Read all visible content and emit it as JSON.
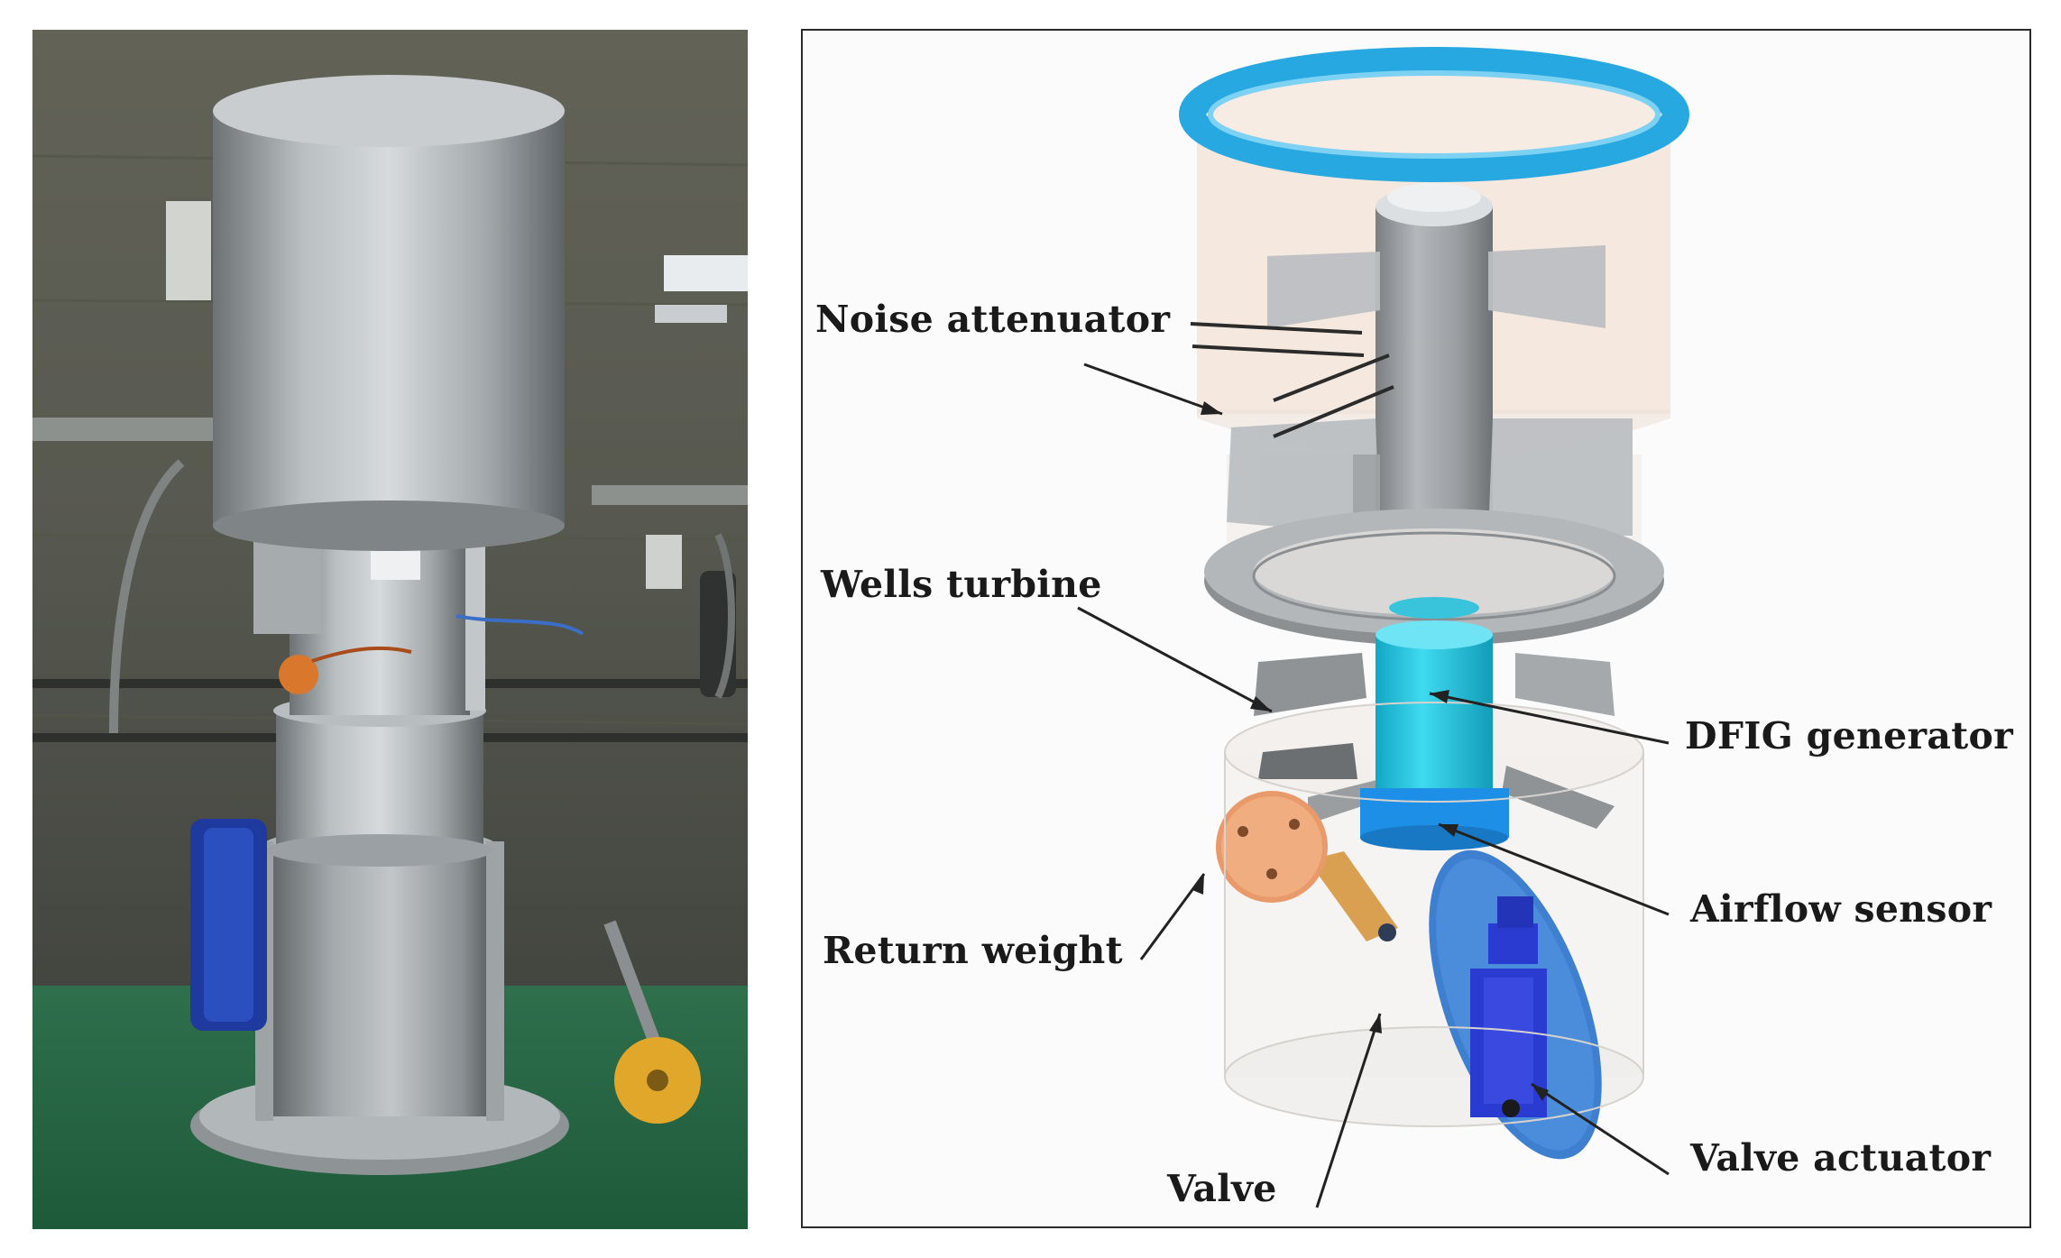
{
  "labels": {
    "noise_attenuator": "Noise attenuator",
    "wells_turbine": "Wells turbine",
    "dfig_generator": "DFIG generator",
    "airflow_sensor": "Airflow sensor",
    "return_weight": "Return weight",
    "valve_actuator": "Valve actuator",
    "valve": "Valve"
  },
  "colors": {
    "attenuator_ring": "#27a8e0",
    "generator": "#22c4dc",
    "airflow_sensor": "#1e8fe6",
    "return_weight": "#e89a6a",
    "valve": "#3e7fd0",
    "valve_actuator": "#2a3bd1",
    "steel": "#9aa0a4",
    "leader_line": "#222222"
  }
}
